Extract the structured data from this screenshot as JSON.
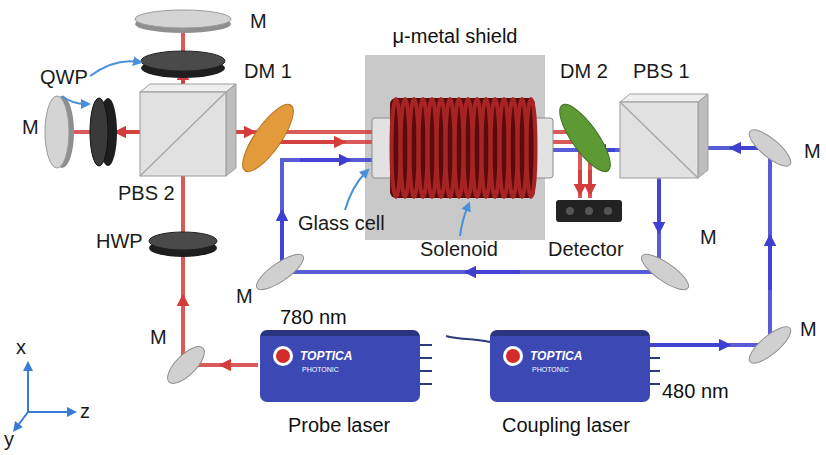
{
  "diagram": {
    "nodes": [
      {
        "text": [
          "μ-metal shield"
        ]
      },
      {
        "text": [
          "780 nm",
          "TOPTICA",
          "PHOTONIC",
          "Probe laser"
        ]
      },
      {
        "text": [
          "TOPTICA",
          "PHOTONIC",
          "480 nm",
          "Coupling laser"
        ]
      }
    ],
    "labels": [
      "M",
      "QWP",
      "M",
      "DM 1",
      "PBS 2",
      "HWP",
      "Glass cell",
      "Solenoid",
      "M",
      "M",
      "DM 2",
      "PBS 1",
      "M",
      "Detector",
      "M",
      "M",
      "x",
      "z",
      "y"
    ]
  }
}
